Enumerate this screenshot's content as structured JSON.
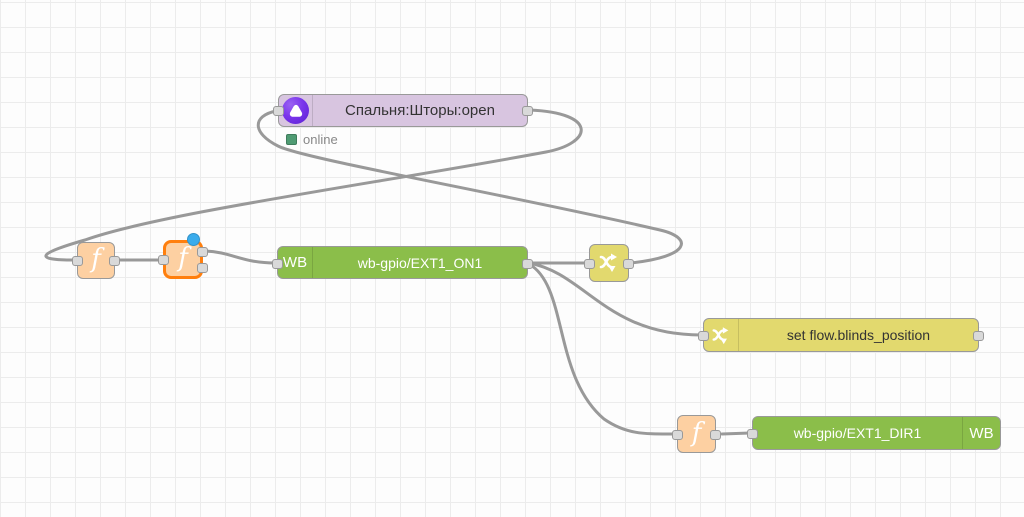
{
  "app": "node-red-flow-editor",
  "nodes": {
    "alice": {
      "label": "Спальня:Шторы:open",
      "icon": "yandex-alice-icon",
      "status_text": "online"
    },
    "function1": {
      "glyph": "f",
      "icon": "function-icon"
    },
    "function2": {
      "glyph": "f",
      "icon": "function-icon",
      "selected": true,
      "changed": true
    },
    "gpio_on": {
      "badge": "WB",
      "label": "wb-gpio/EXT1_ON1"
    },
    "switch1": {
      "icon": "switch-icon"
    },
    "change1": {
      "icon": "change-icon",
      "label": "set flow.blinds_position"
    },
    "function3": {
      "glyph": "f",
      "icon": "function-icon"
    },
    "gpio_dir": {
      "label": "wb-gpio/EXT1_DIR1",
      "badge": "WB"
    }
  },
  "connections": [
    {
      "from": "alice",
      "to": "function1"
    },
    {
      "from": "switch1",
      "to": "alice"
    },
    {
      "from": "function1",
      "to": "function2"
    },
    {
      "from": "function2",
      "to": "gpio_on"
    },
    {
      "from": "gpio_on",
      "to": "switch1"
    },
    {
      "from": "gpio_on",
      "to": "change1"
    },
    {
      "from": "gpio_on",
      "to": "function3"
    },
    {
      "from": "function3",
      "to": "gpio_dir"
    }
  ],
  "colors": {
    "node_alice": "#d8c5e0",
    "node_function": "#fdd0a2",
    "node_gpio": "#8bbe4a",
    "node_switch": "#e2d96e",
    "node_change": "#e2d96e",
    "wire": "#999999",
    "selection_border": "#ff7f0e",
    "status_dot": "#4f9b73",
    "changed_dot": "#3bacec",
    "port": "#d9d9d9"
  }
}
